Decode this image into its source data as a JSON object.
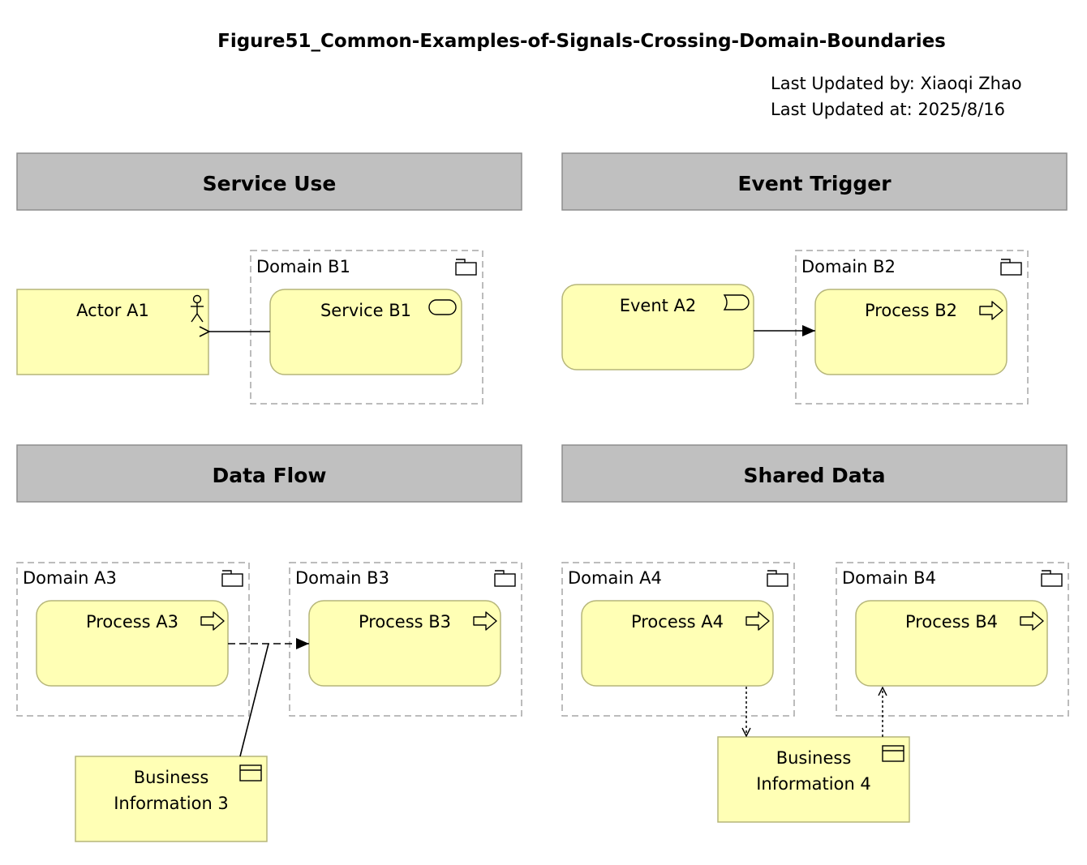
{
  "title": "Figure51_Common-Examples-of-Signals-Crossing-Domain-Boundaries",
  "meta": {
    "updated_by": "Last Updated by: Xiaoqi Zhao",
    "updated_at": "Last Updated at: 2025/8/16"
  },
  "sections": {
    "service_use": "Service Use",
    "event_trigger": "Event Trigger",
    "data_flow": "Data Flow",
    "shared_data": "Shared Data"
  },
  "groups": {
    "b1": "Domain B1",
    "b2": "Domain B2",
    "a3": "Domain A3",
    "b3": "Domain B3",
    "a4": "Domain A4",
    "b4": "Domain B4"
  },
  "elements": {
    "actor_a1": "Actor A1",
    "service_b1": "Service B1",
    "event_a2": "Event A2",
    "process_b2": "Process B2",
    "process_a3": "Process A3",
    "process_b3": "Process B3",
    "process_a4": "Process A4",
    "process_b4": "Process B4",
    "bi3_line1": "Business",
    "bi3_line2": "Information 3",
    "bi4_line1": "Business",
    "bi4_line2": "Information 4"
  },
  "colors": {
    "element_fill": "#ffffb5",
    "element_stroke": "#b6b67a",
    "section_fill": "#c0c0c0",
    "section_stroke": "#8e8e8e",
    "group_stroke": "#a6a6a6"
  },
  "icons": {
    "actor": "actor-icon",
    "service": "service-icon",
    "event": "event-icon",
    "process": "process-arrow-icon",
    "business_object": "business-object-icon",
    "group": "folder-tab-icon"
  }
}
